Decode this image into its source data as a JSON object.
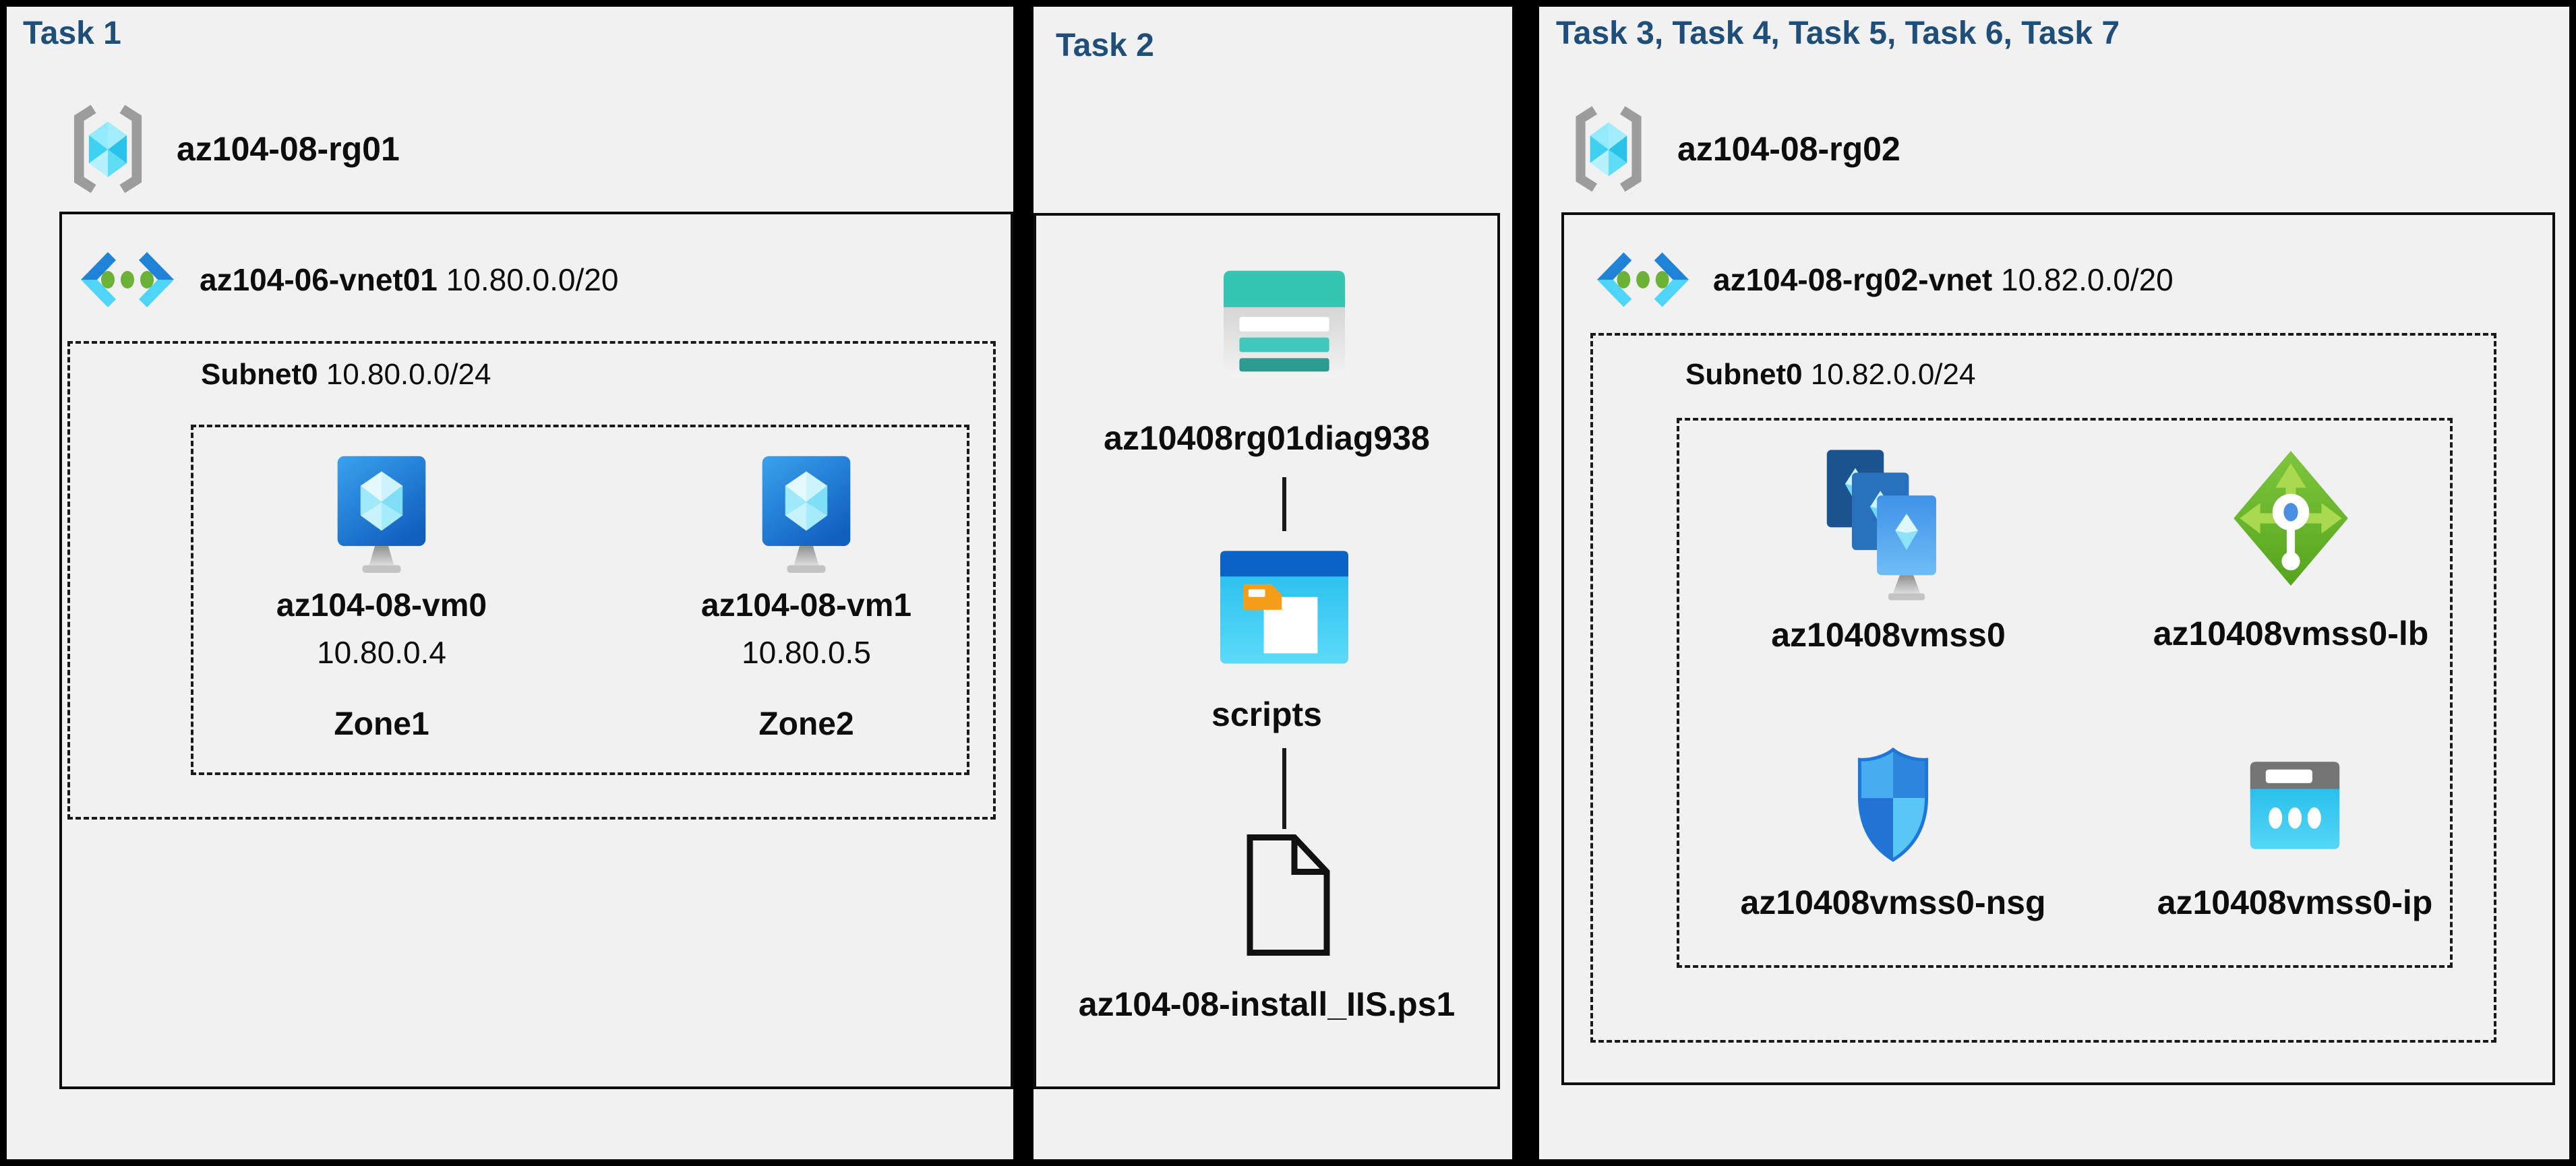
{
  "colors": {
    "background": "#000000",
    "panel": "#f1f1f1",
    "heading_blue": "#1f4e79",
    "text": "#0d0d0d",
    "teal_storage": "#35c5b3",
    "cyan_icon": "#2ec7f0",
    "green_lb": "#6eb52c",
    "azure_blue": "#2d86dc"
  },
  "panels": {
    "task1": {
      "title": "Task 1",
      "resource_group": "az104-08-rg01",
      "vnet": {
        "name": "az104-06-vnet01",
        "cidr": "10.80.0.0/20"
      },
      "subnet": {
        "name": "Subnet0",
        "cidr": "10.80.0.0/24"
      },
      "vms": [
        {
          "name": "az104-08-vm0",
          "ip": "10.80.0.4",
          "zone": "Zone1"
        },
        {
          "name": "az104-08-vm1",
          "ip": "10.80.0.5",
          "zone": "Zone2"
        }
      ]
    },
    "task2": {
      "title": "Task 2",
      "storage_account": "az10408rg01diag938",
      "container": "scripts",
      "file": "az104-08-install_IIS.ps1"
    },
    "task3": {
      "title": "Task 3, Task 4, Task 5, Task 6, Task 7",
      "resource_group": "az104-08-rg02",
      "vnet": {
        "name": "az104-08-rg02-vnet",
        "cidr": "10.82.0.0/20"
      },
      "subnet": {
        "name": "Subnet0",
        "cidr": "10.82.0.0/24"
      },
      "vmss": "az10408vmss0",
      "load_balancer": "az10408vmss0-lb",
      "nsg": "az10408vmss0-nsg",
      "public_ip": "az10408vmss0-ip"
    }
  },
  "icons": {
    "resource_group": "gray-brackets-with-cyan-cube",
    "virtual_network": "blue-chevrons-with-green-dots",
    "virtual_machine": "blue-monitor-with-cube",
    "storage_account": "teal-table-rows",
    "blob_container": "blue-window-with-orange-folder",
    "file": "black-outline-page-dog-ear",
    "vm_scale_set": "stacked-blue-cards-with-cubes",
    "load_balancer": "green-diamond-with-arrows",
    "network_security_group": "quartered-blue-shield",
    "public_ip": "cyan-card-with-dots"
  }
}
